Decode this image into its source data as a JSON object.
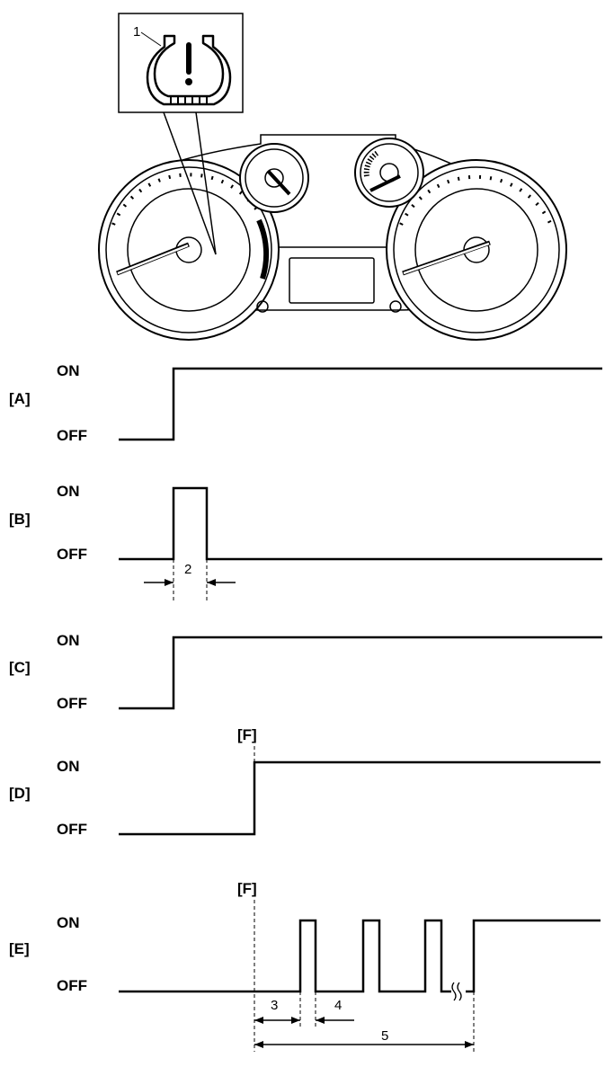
{
  "callout": {
    "number": "1",
    "icon": "tpms-warning-icon"
  },
  "timing": {
    "on_label": "ON",
    "off_label": "OFF",
    "rows": [
      {
        "id": "A",
        "label": "[A]"
      },
      {
        "id": "B",
        "label": "[B]"
      },
      {
        "id": "C",
        "label": "[C]"
      },
      {
        "id": "D",
        "label": "[D]"
      },
      {
        "id": "E",
        "label": "[E]"
      }
    ],
    "marker_label": "[F]",
    "durations": [
      "2",
      "3",
      "4",
      "5"
    ]
  }
}
